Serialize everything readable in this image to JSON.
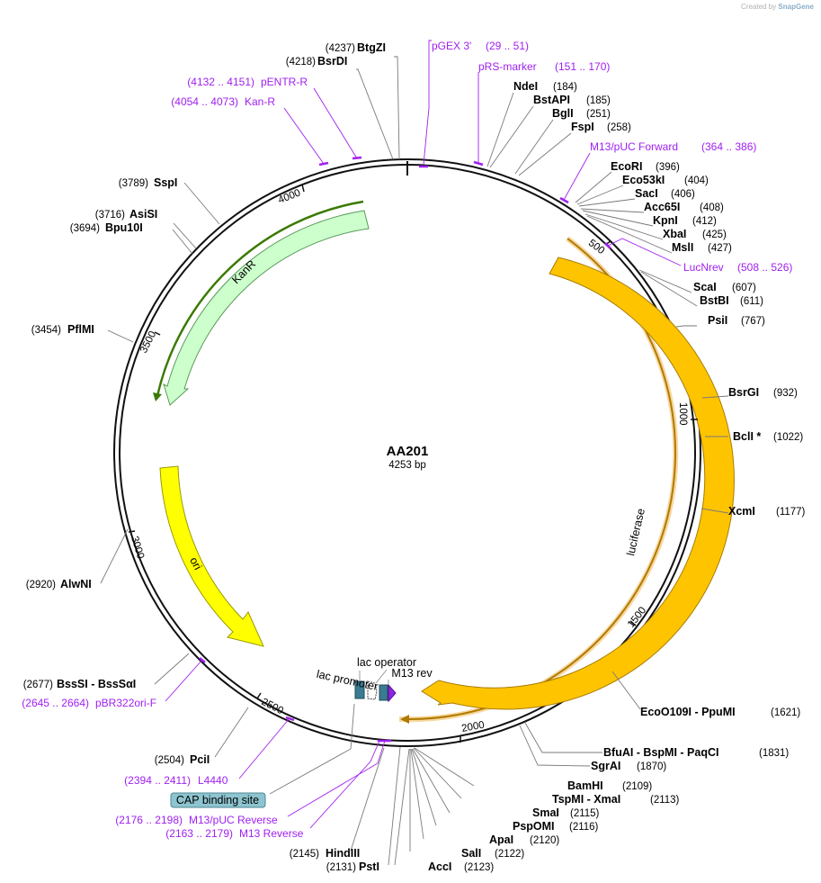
{
  "watermark": {
    "prefix": "Created by",
    "brand": "SnapGene"
  },
  "plasmid": {
    "name": "AA201",
    "length_label": "4253 bp",
    "length": 4253
  },
  "ticks": [
    "500",
    "1000",
    "1500",
    "2000",
    "2500",
    "3000",
    "3500",
    "4000"
  ],
  "colors": {
    "ring": "#111111",
    "primer": "#a020f0",
    "luciferase": "#ffc400",
    "ori": "#ffff00",
    "kanr": "#c8ffc8",
    "cap": "#8dc4cf"
  },
  "sites": [
    {
      "name": "BtgZI",
      "pos": "(4237)",
      "bp": 4237
    },
    {
      "name": "BsrDI",
      "pos": "(4218)",
      "bp": 4218
    },
    {
      "name": "NdeI",
      "pos": "(184)",
      "bp": 184
    },
    {
      "name": "BstAPI",
      "pos": "(185)",
      "bp": 185
    },
    {
      "name": "BglI",
      "pos": "(251)",
      "bp": 251
    },
    {
      "name": "FspI",
      "pos": "(258)",
      "bp": 258
    },
    {
      "name": "EcoRI",
      "pos": "(396)",
      "bp": 396
    },
    {
      "name": "Eco53kI",
      "pos": "(404)",
      "bp": 404
    },
    {
      "name": "SacI",
      "pos": "(406)",
      "bp": 406
    },
    {
      "name": "Acc65I",
      "pos": "(408)",
      "bp": 408
    },
    {
      "name": "KpnI",
      "pos": "(412)",
      "bp": 412
    },
    {
      "name": "XbaI",
      "pos": "(425)",
      "bp": 425
    },
    {
      "name": "MslI",
      "pos": "(427)",
      "bp": 427
    },
    {
      "name": "ScaI",
      "pos": "(607)",
      "bp": 607
    },
    {
      "name": "BstBI",
      "pos": "(611)",
      "bp": 611
    },
    {
      "name": "PsiI",
      "pos": "(767)",
      "bp": 767
    },
    {
      "name": "BsrGI",
      "pos": "(932)",
      "bp": 932
    },
    {
      "name": "BclI *",
      "pos": "(1022)",
      "bp": 1022
    },
    {
      "name": "XcmI",
      "pos": "(1177)",
      "bp": 1177
    },
    {
      "name": "EcoO109I  - PpuMI",
      "pos": "(1621)",
      "bp": 1621
    },
    {
      "name": "BfuAI  - BspMI  - PaqCI",
      "pos": "(1831)",
      "bp": 1831
    },
    {
      "name": "SgrAI",
      "pos": "(1870)",
      "bp": 1870
    },
    {
      "name": "BamHI",
      "pos": "(2109)",
      "bp": 2109
    },
    {
      "name": "TspMI  - XmaI",
      "pos": "(2113)",
      "bp": 2113
    },
    {
      "name": "SmaI",
      "pos": "(2115)",
      "bp": 2115
    },
    {
      "name": "PspOMI",
      "pos": "(2116)",
      "bp": 2116
    },
    {
      "name": "ApaI",
      "pos": "(2120)",
      "bp": 2120
    },
    {
      "name": "SalI",
      "pos": "(2122)",
      "bp": 2122
    },
    {
      "name": "AccI",
      "pos": "(2123)",
      "bp": 2123
    },
    {
      "name": "PstI",
      "pos": "(2131)",
      "bp": 2131
    },
    {
      "name": "HindIII",
      "pos": "(2145)",
      "bp": 2145
    },
    {
      "name": "PciI",
      "pos": "(2504)",
      "bp": 2504
    },
    {
      "name": "BssSI  - BssSαI",
      "pos": "(2677)",
      "bp": 2677
    },
    {
      "name": "AlwNI",
      "pos": "(2920)",
      "bp": 2920
    },
    {
      "name": "PflMI",
      "pos": "(3454)",
      "bp": 3454
    },
    {
      "name": "Bpu10I",
      "pos": "(3694)",
      "bp": 3694
    },
    {
      "name": "AsiSI",
      "pos": "(3716)",
      "bp": 3716
    },
    {
      "name": "SspI",
      "pos": "(3789)",
      "bp": 3789
    }
  ],
  "primers": [
    {
      "name": "pGEX 3'",
      "range": "(29 .. 51)",
      "start": 29,
      "end": 51
    },
    {
      "name": "pRS-marker",
      "range": "(151 .. 170)",
      "start": 151,
      "end": 170
    },
    {
      "name": "M13/pUC Forward",
      "range": "(364 .. 386)",
      "start": 364,
      "end": 386
    },
    {
      "name": "LucNrev",
      "range": "(508 .. 526)",
      "start": 508,
      "end": 526
    },
    {
      "name": "pENTR-R",
      "range": "(4132 .. 4151)",
      "start": 4132,
      "end": 4151
    },
    {
      "name": "Kan-R",
      "range": "(4054 .. 4073)",
      "start": 4054,
      "end": 4073
    },
    {
      "name": "pBR322ori-F",
      "range": "(2645 .. 2664)",
      "start": 2645,
      "end": 2664
    },
    {
      "name": "L4440",
      "range": "(2394 .. 2411)",
      "start": 2394,
      "end": 2411
    },
    {
      "name": "M13/pUC Reverse",
      "range": "(2176 .. 2198)",
      "start": 2176,
      "end": 2198
    },
    {
      "name": "M13 Reverse",
      "range": "(2163 .. 2179)",
      "start": 2163,
      "end": 2179
    }
  ],
  "features": [
    {
      "name": "luciferase"
    },
    {
      "name": "ori"
    },
    {
      "name": "KanR"
    },
    {
      "name": "lac operator"
    },
    {
      "name": "lac promoter"
    },
    {
      "name": "M13 rev"
    },
    {
      "name": "CAP binding site"
    }
  ]
}
